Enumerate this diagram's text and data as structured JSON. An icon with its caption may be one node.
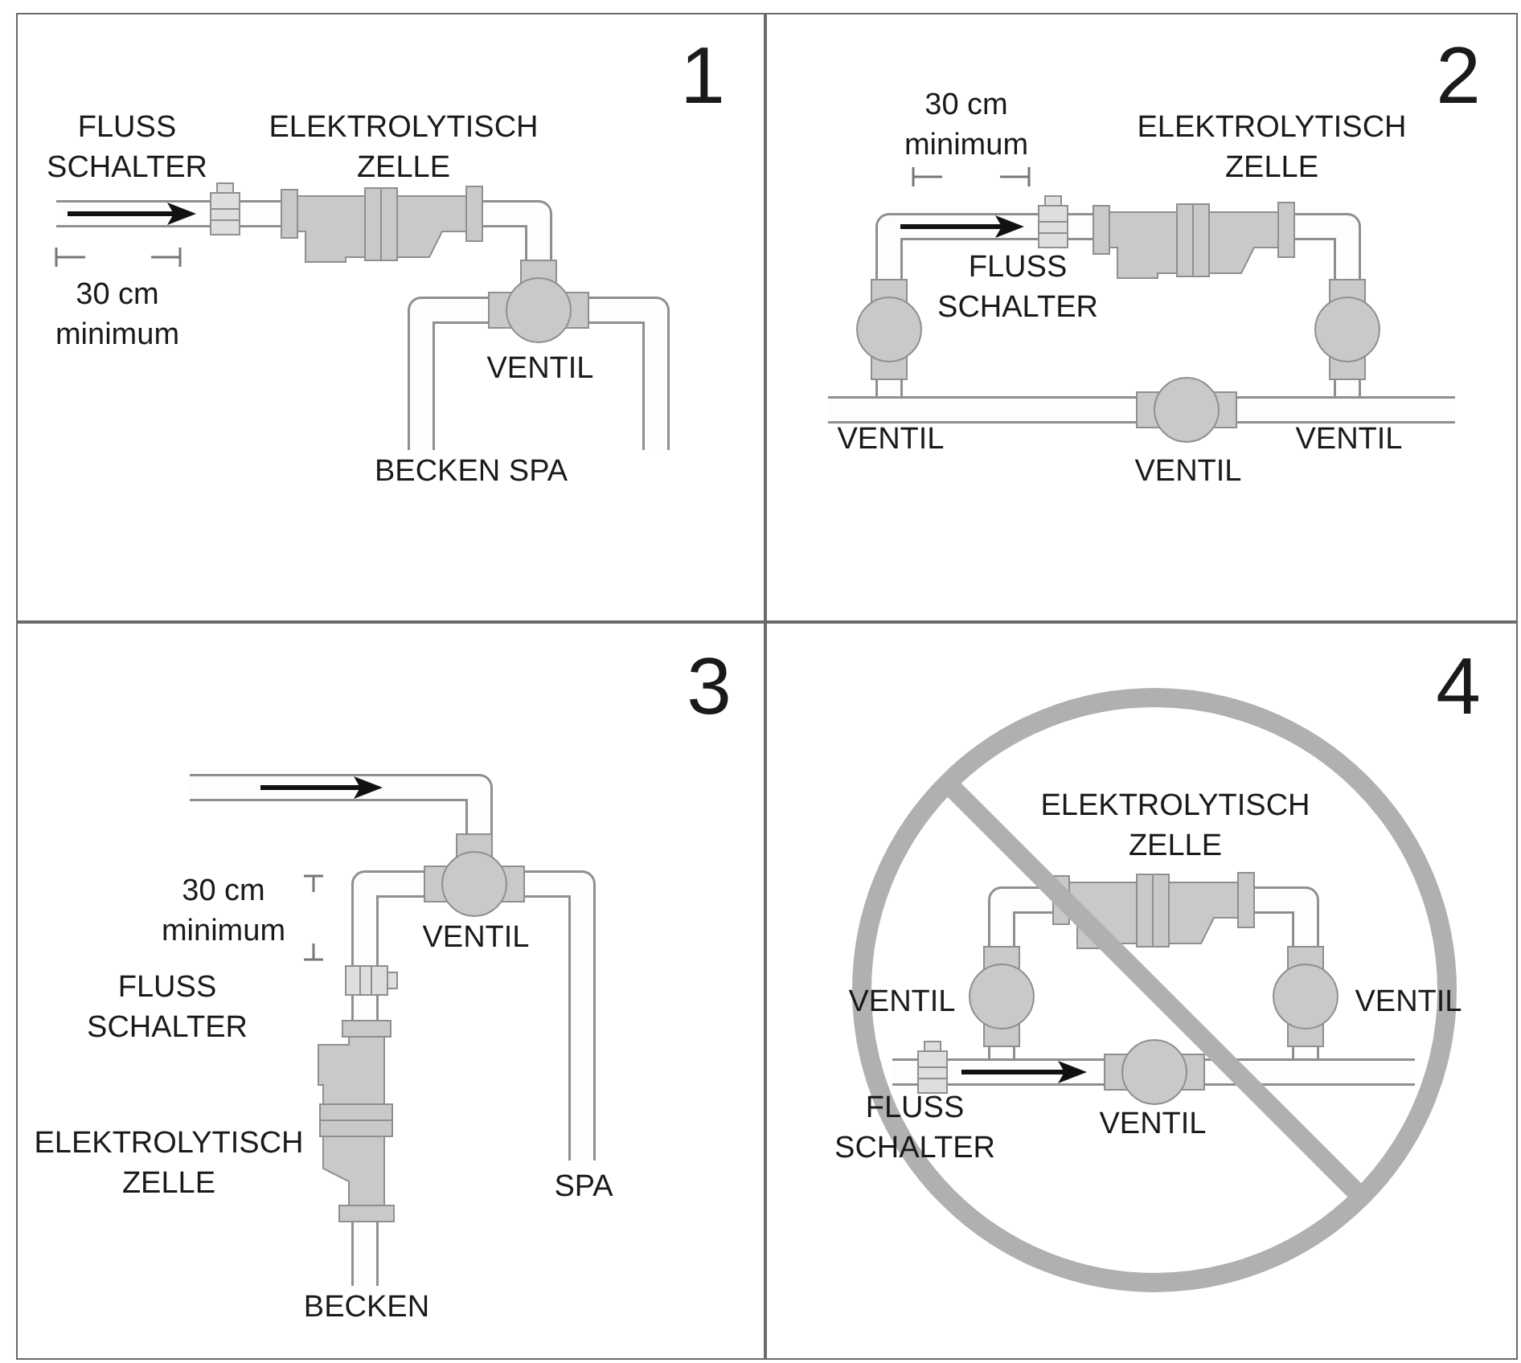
{
  "diagram": {
    "nodes": [
      {
        "text": [
          "1",
          "FLUSS SCHALTER",
          "ELEKTROLYTISCH ZELLE",
          "30 cm minimum",
          "VENTIL",
          "BECKEN SPA"
        ]
      },
      {
        "text": [
          "2",
          "30 cm minimum",
          "ELEKTROLYTISCH ZELLE",
          "FLUSS SCHALTER",
          "VENTIL",
          "VENTIL",
          "VENTIL"
        ]
      },
      {
        "text": [
          "3",
          "30 cm minimum",
          "VENTIL",
          "FLUSS SCHALTER",
          "ELEKTROLYTISCH ZELLE",
          "SPA",
          "BECKEN"
        ]
      },
      {
        "text": [
          "4",
          "ELEKTROLYTISCH ZELLE",
          "VENTIL",
          "VENTIL",
          "FLUSS SCHALTER",
          "VENTIL"
        ]
      }
    ]
  }
}
